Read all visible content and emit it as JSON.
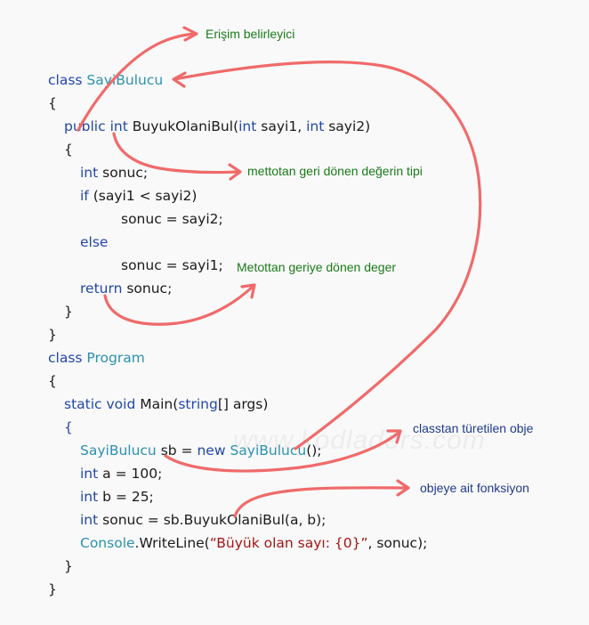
{
  "code": {
    "l1_kw": "class",
    "l1_type": "SayiBulucu",
    "l2": "{",
    "l3_kw1": "public",
    "l3_kw2": "int",
    "l3_name": "BuyukOlaniBul(",
    "l3_kw3": "int",
    "l3_p1": "sayi1,",
    "l3_kw4": "int",
    "l3_p2": "sayi2)",
    "l4": "{",
    "l5_kw": "int",
    "l5_rest": "sonuc;",
    "l6_kw": "if",
    "l6_rest": "(sayi1 < sayi2)",
    "l7": "sonuc = sayi2;",
    "l8_kw": "else",
    "l9": "sonuc = sayi1;",
    "l10_kw": "return",
    "l10_rest": "sonuc;",
    "l11": "}",
    "l12": "}",
    "l13_kw": "class",
    "l13_type": "Program",
    "l14": "{",
    "l15_kw1": "static",
    "l15_kw2": "void",
    "l15_name": "Main(",
    "l15_kw3": "string",
    "l15_rest": "[] args)",
    "l16": "{",
    "l17_type1": "SayiBulucu",
    "l17_mid": "sb =",
    "l17_kw": "new",
    "l17_type2": "SayiBulucu",
    "l17_end": "();",
    "l18_kw": "int",
    "l18_rest": "a = 100;",
    "l19_kw": "int",
    "l19_rest": "b = 25;",
    "l20_kw": "int",
    "l20_rest": "sonuc = sb.BuyukOlaniBul(a, b);",
    "l21_type": "Console",
    "l21_mid": ".WriteLine(",
    "l21_str": "“Büyük olan sayı: {0}”",
    "l21_end": ", sonuc);",
    "l22": "}",
    "l23": "}"
  },
  "annotations": {
    "access_modifier": "Erişim belirleyici",
    "return_type": "mettotan geri dönen değerin tipi",
    "return_value": "Metottan geriye dönen deger",
    "class_object": "classtan türetilen obje",
    "object_function": "objeye ait fonksiyon"
  },
  "watermark": "www.kodladers.com",
  "colors": {
    "keyword": "#2247a8",
    "type": "#2b91af",
    "string": "#a31515",
    "annotation_green": "#1a7a1a",
    "annotation_blue": "#1f3a8a",
    "arrow": "#f06a6a"
  }
}
